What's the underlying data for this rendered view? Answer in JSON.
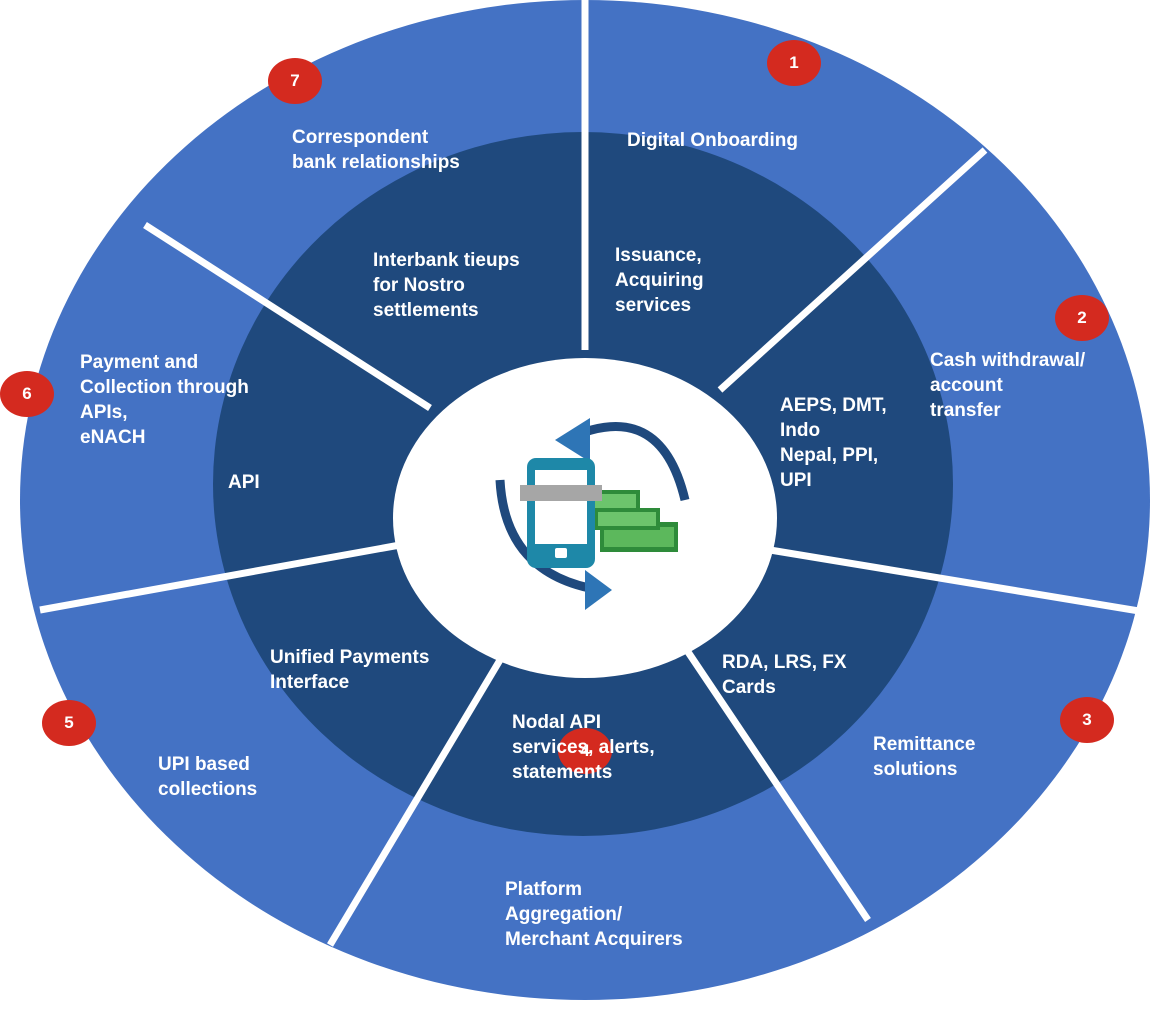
{
  "outer_segments": [
    {
      "number": "1",
      "lines": [
        "Digital Onboarding"
      ]
    },
    {
      "number": "2",
      "lines": [
        "Cash withdrawal/",
        "account",
        "transfer"
      ]
    },
    {
      "number": "3",
      "lines": [
        "Remittance",
        "solutions"
      ]
    },
    {
      "number": "4",
      "lines": [
        "Platform",
        "Aggregation/",
        "Merchant Acquirers"
      ]
    },
    {
      "number": "5",
      "lines": [
        "UPI based",
        "collections"
      ]
    },
    {
      "number": "6",
      "lines": [
        "Payment and",
        "Collection through",
        "APIs,",
        "eNACH"
      ]
    },
    {
      "number": "7",
      "lines": [
        "Correspondent",
        "bank relationships"
      ]
    }
  ],
  "inner_segments": [
    {
      "lines": [
        "Issuance,",
        "Acquiring",
        "services"
      ]
    },
    {
      "lines": [
        "AEPS, DMT,",
        "Indo",
        "Nepal, PPI,",
        "UPI"
      ]
    },
    {
      "lines": [
        "RDA, LRS, FX",
        "Cards"
      ]
    },
    {
      "lines": [
        "Nodal API",
        "services, alerts,",
        "statements"
      ]
    },
    {
      "lines": [
        "Unified Payments",
        "Interface"
      ]
    },
    {
      "lines": [
        "API"
      ]
    },
    {
      "lines": [
        "Interbank tieups",
        "for Nostro",
        "settlements"
      ]
    }
  ],
  "center_icon": "mobile-payment-cycle-icon",
  "colors": {
    "outer_ring": "#4472c4",
    "inner_ring": "#1f497d",
    "center": "#ffffff",
    "badge": "#d42a1f",
    "arrow": "#2e75b6",
    "cash": "#2e8b3a"
  }
}
